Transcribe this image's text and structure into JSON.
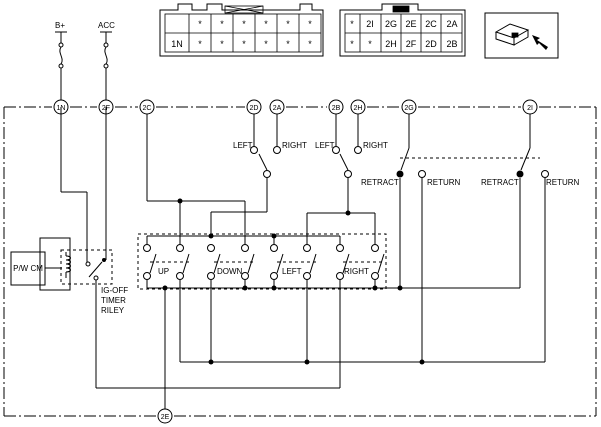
{
  "supply": {
    "bplus": "B+",
    "acc": "ACC"
  },
  "terminals": {
    "t1n": "1N",
    "t2f": "2F",
    "t2c": "2C",
    "t2d": "2D",
    "t2a": "2A",
    "t2b": "2B",
    "t2h": "2H",
    "t2g": "2G",
    "t2i": "2I",
    "t2e": "2E"
  },
  "labels": {
    "left1": "LEFT",
    "right1": "RIGHT",
    "left2": "LEFT",
    "right2": "RIGHT",
    "retract1": "RETRACT",
    "return1": "RETURN",
    "retract2": "RETRACT",
    "return2": "RETURN",
    "up": "UP",
    "down": "DOWN",
    "left3": "LEFT",
    "right3": "RIGHT",
    "pwcm": "P/W CM",
    "timer": [
      "IG-OFF",
      "TIMER",
      "RILEY"
    ]
  },
  "connector1": {
    "row1": [
      "",
      "*",
      "*",
      "*",
      "*",
      "*",
      "*"
    ],
    "row2": [
      "1N",
      "*",
      "*",
      "*",
      "*",
      "*",
      "*"
    ]
  },
  "connector2": {
    "row1": [
      "*",
      "2I",
      "2G",
      "2E",
      "2C",
      "2A"
    ],
    "row2": [
      "*",
      "*",
      "2H",
      "2F",
      "2D",
      "2B"
    ]
  },
  "icons": {
    "connector_view": "harness-connector-icon"
  }
}
